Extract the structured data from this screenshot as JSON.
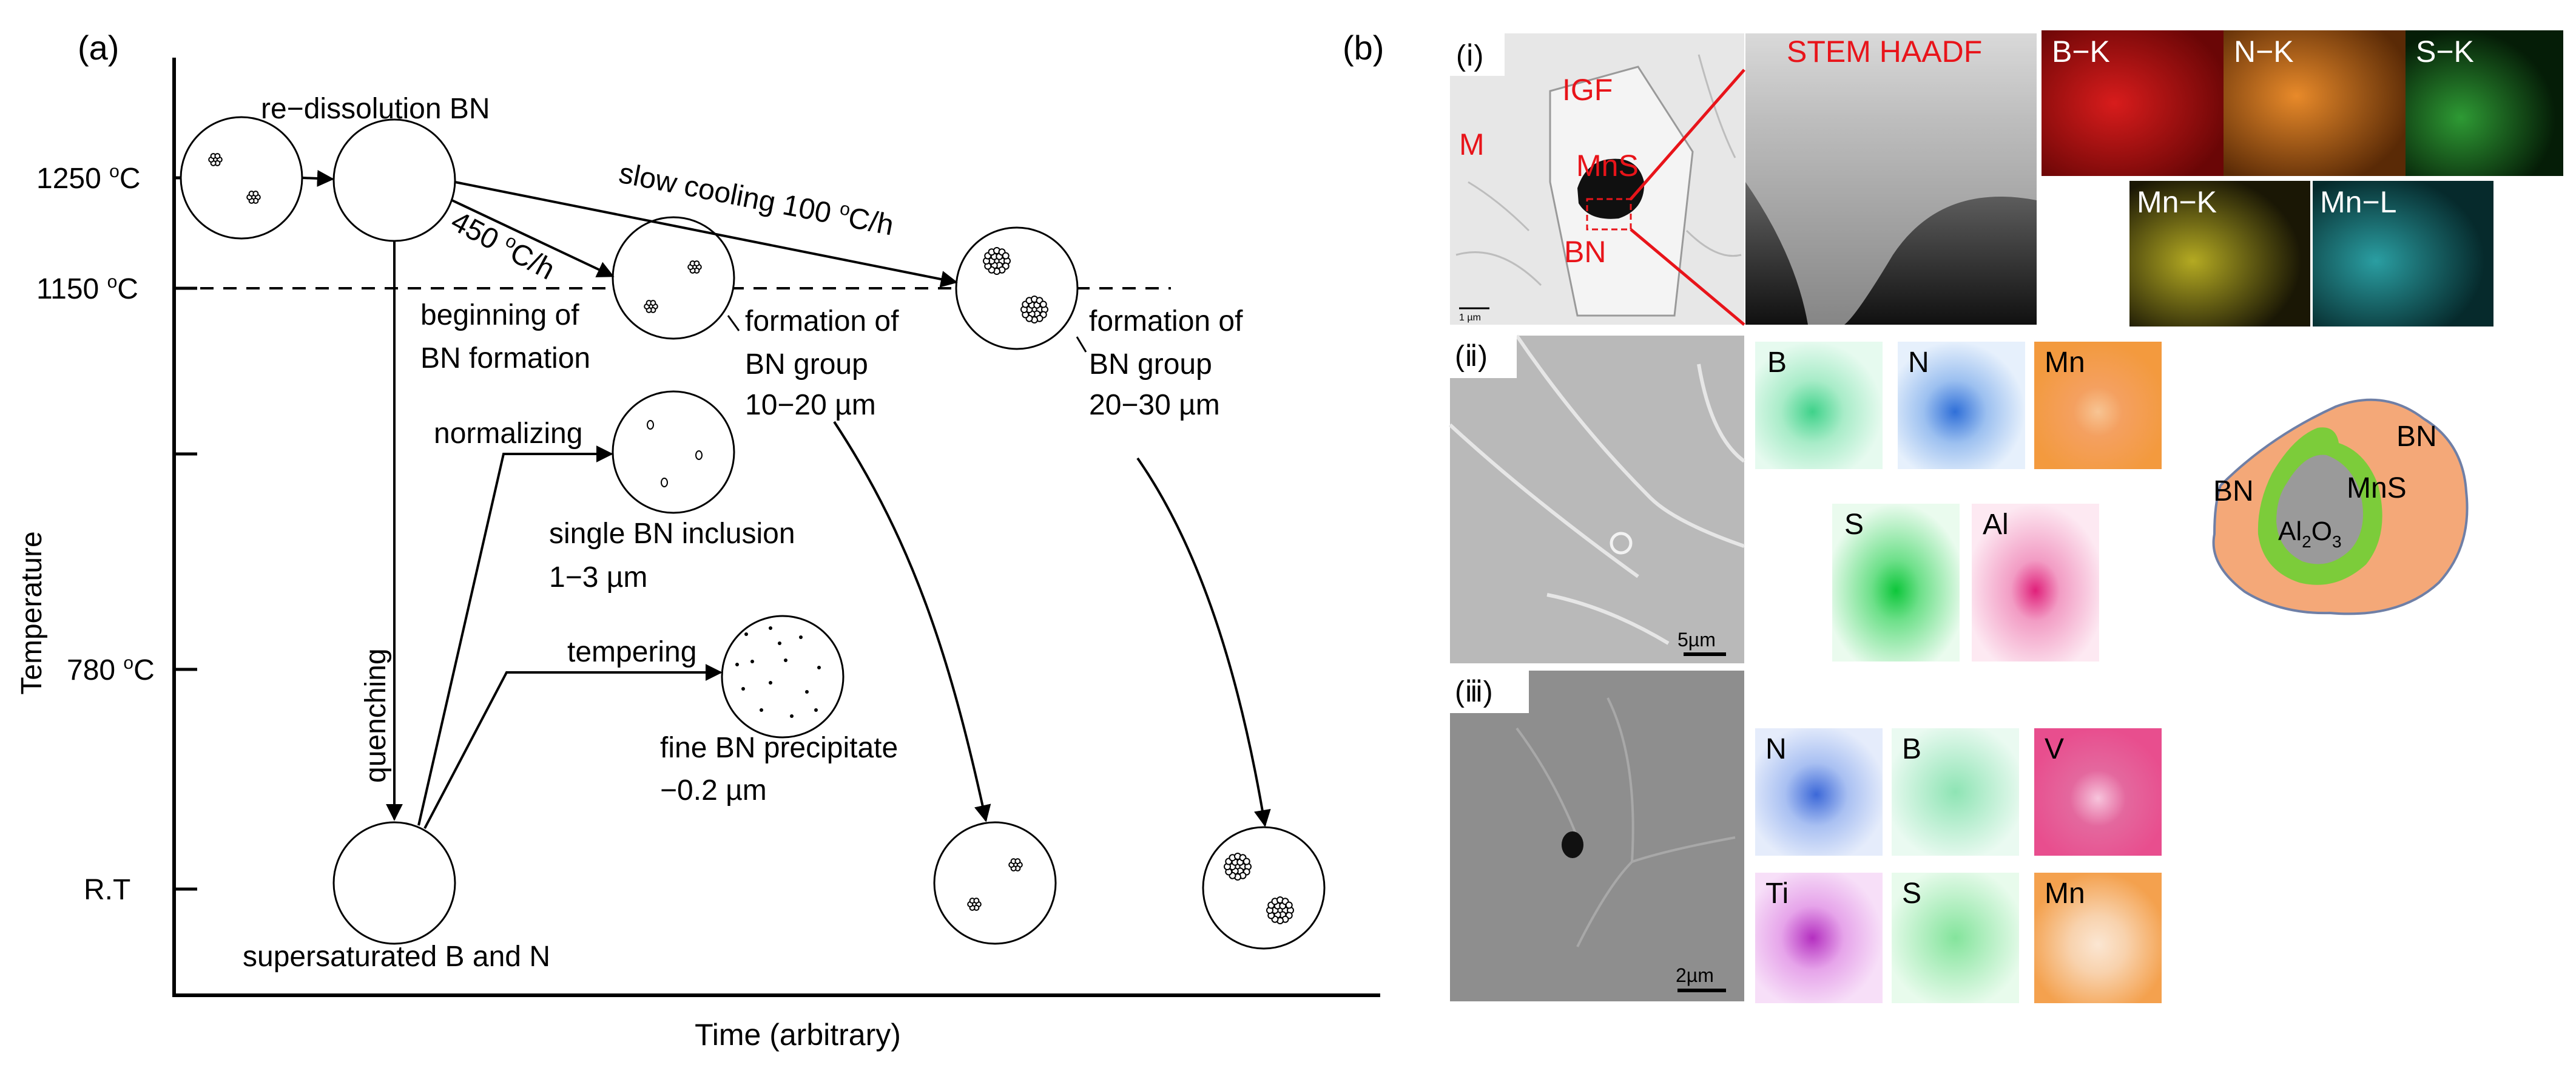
{
  "panel_a": {
    "label": "(a)",
    "y_axis_label": "Temperature",
    "x_axis_label": "Time (arbitrary)",
    "temp_ticks": {
      "t1250": {
        "num": "1250 ",
        "sup": "o",
        "unit": "C"
      },
      "t1150": {
        "num": "1150 ",
        "sup": "o",
        "unit": "C"
      },
      "t780": {
        "num": "780 ",
        "sup": "o",
        "unit": "C"
      },
      "rt": "R.T"
    },
    "annotations": {
      "redissolution": "re−dissolution BN",
      "rate_450": {
        "num": "450 ",
        "sup": "o",
        "unit": "C/h"
      },
      "slow_cooling": {
        "pre": "slow cooling 100 ",
        "sup": "o",
        "unit": "C/h"
      },
      "beginning_line1": "beginning of",
      "beginning_line2": "BN formation",
      "formation1_line1": "formation of",
      "formation1_line2": "BN group",
      "formation1_line3": "10−20 µm",
      "formation2_line1": "formation of",
      "formation2_line2": "BN group",
      "formation2_line3": "20−30 µm",
      "normalizing": "normalizing",
      "single_line1": "single BN inclusion",
      "single_line2": "1−3 µm",
      "quenching": "quenching",
      "tempering": "tempering",
      "fine_line1": "fine BN precipitate",
      "fine_line2": "−0.2 µm",
      "supersaturated": "supersaturated B and N"
    }
  },
  "panel_b": {
    "label": "(b)",
    "row_i": {
      "label": "(ⅰ)",
      "sem": {
        "m": "M",
        "igf": "IGF",
        "mns": "MnS",
        "bn": "BN",
        "scale": "1 µm"
      },
      "haadf": "STEM HAADF",
      "maps": {
        "b_k": "B−K",
        "n_k": "N−K",
        "s_k": "S−K",
        "mn_k": "Mn−K",
        "mn_l": "Mn−L"
      }
    },
    "row_ii": {
      "label": "(ⅱ)",
      "scale": "5µm",
      "maps": {
        "b": "B",
        "n": "N",
        "mn": "Mn",
        "s": "S",
        "al": "Al"
      },
      "schematic": {
        "bn_outer": "BN",
        "bn_left": "BN",
        "mns": "MnS",
        "core_al": "Al",
        "sub2a": "2",
        "core_o": "O",
        "sub3": "3"
      }
    },
    "row_iii": {
      "label": "(ⅲ)",
      "scale": "2µm",
      "maps": {
        "n": "N",
        "b": "B",
        "v": "V",
        "ti": "Ti",
        "s": "S",
        "mn": "Mn"
      }
    },
    "colors": {
      "red_label": "#e8141a",
      "b_k_map": "#c8101a",
      "n_k_map": "#d8751b",
      "s_k_map": "#1e7a22",
      "mn_k_map": "#a59a1a",
      "mn_l_map": "#1e8e92",
      "bn_fill": "#f4a878",
      "mns_fill": "#7ccc3a",
      "al2o3_fill": "#9a9a9a"
    }
  }
}
